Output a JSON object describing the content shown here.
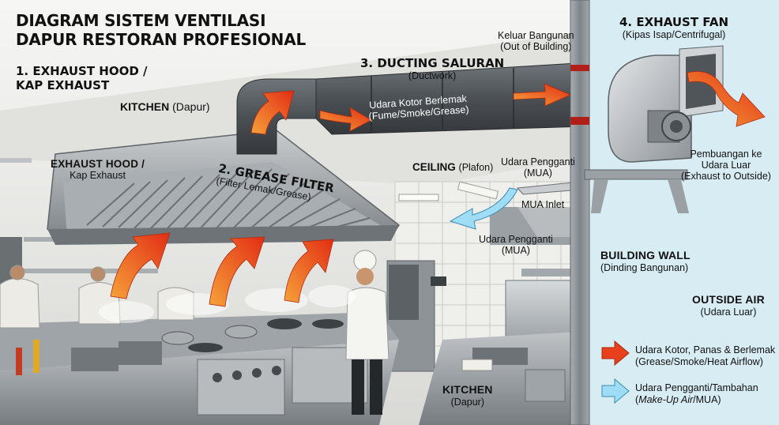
{
  "title": {
    "line1": "DIAGRAM SISTEM VENTILASI",
    "line2": "DAPUR RESTORAN PROFESIONAL"
  },
  "step1": {
    "line1": "1. EXHAUST HOOD /",
    "line2": "KAP EXHAUST"
  },
  "kitchen_top": {
    "bold": "KITCHEN",
    "normal": "(Dapur)"
  },
  "hood_label": {
    "line1": "EXHAUST HOOD /",
    "line2": "Kap Exhaust"
  },
  "step2": {
    "title": "2. GREASE FILTER",
    "sub": "(Filter Lemak/Grease)"
  },
  "step3": {
    "title": "3. DUCTING SALURAN",
    "sub": "(Ductwork)"
  },
  "duct_air": {
    "line1": "Udara Kotor Berlemak",
    "line2": "(Fume/Smoke/Grease)"
  },
  "keluar": {
    "line1": "Keluar Bangunan",
    "line2": "(Out of Building)"
  },
  "step4": {
    "title": "4. EXHAUST FAN",
    "sub": "(Kipas Isap/Centrifugal)"
  },
  "discharge": {
    "line1": "Pembuangan ke",
    "line2": "Udara Luar",
    "line3": "(Exhaust to Outside)"
  },
  "ceiling": {
    "bold": "CEILING",
    "normal": "(Plafon)"
  },
  "mua_top": {
    "line1": "Udara Pengganti",
    "line2": "(MUA)"
  },
  "mua_inlet": "MUA Inlet",
  "mua_mid": {
    "line1": "Udara Pengganti",
    "line2": "(MUA)"
  },
  "building_wall": {
    "title": "BUILDING WALL",
    "sub": "(Dinding Bangunan)"
  },
  "outside_air": {
    "title": "OUTSIDE AIR",
    "sub": "(Udara Luar)"
  },
  "kitchen_bottom": {
    "title": "KITCHEN",
    "sub": "(Dapur)"
  },
  "legend": [
    {
      "color": "#e8401c",
      "line1": "Udara Kotor, Panas & Berlemak",
      "line2": "(Grease/Smoke/Heat Airflow)"
    },
    {
      "color": "#9fdcf5",
      "line1": "Udara Pengganti/Tambahan",
      "line2_italic": "Make-Up Air",
      "line2_rest": "/MUA)"
    }
  ],
  "colors": {
    "hot_air": "#e8401c",
    "makeup_air": "#9fdcf5",
    "outside_bg": "#d8ecf4",
    "wall": "#8e959a"
  }
}
